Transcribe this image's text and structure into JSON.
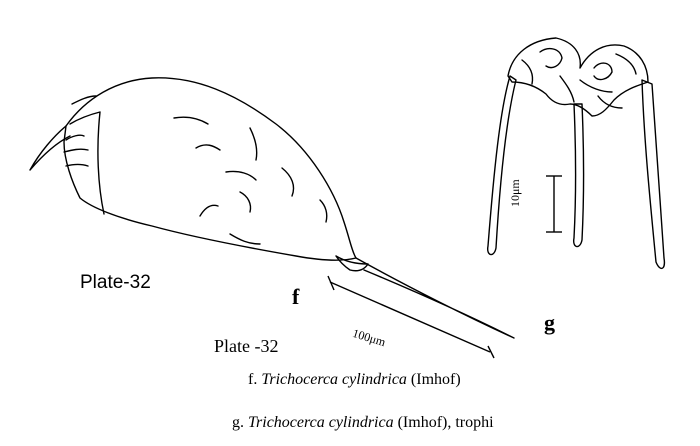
{
  "plate_label": "Plate-32",
  "plate_caption": "Plate -32",
  "figure_f": {
    "letter": "f",
    "scale": "100μm",
    "caption_prefix": "f.",
    "caption_species": "Trichocerca cylindrica",
    "caption_author": "(Imhof)"
  },
  "figure_g": {
    "letter": "g",
    "scale": "10μm",
    "caption_prefix": "g.",
    "caption_species": "Trichocerca cylindrica",
    "caption_author": "(Imhof), trophi"
  }
}
